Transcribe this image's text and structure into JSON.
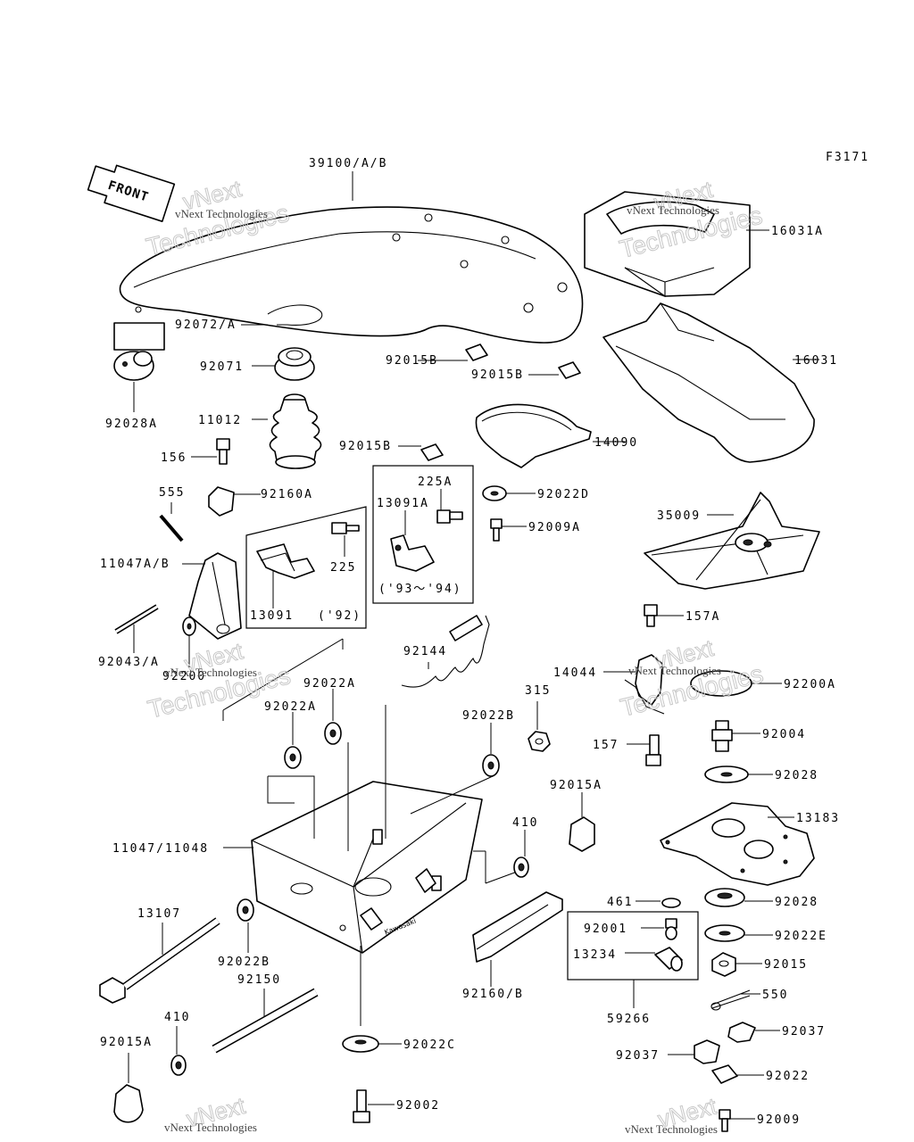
{
  "diagram": {
    "code": "F3171",
    "front_label": "FRONT",
    "watermark": {
      "brand": "vNext",
      "company": "Technologies",
      "company_full": "vNext Technologies"
    },
    "parts": {
      "p39100": "39100/A/B",
      "p16031A": "16031A",
      "p16031": "16031",
      "p92072": "92072/A",
      "p92071": "92071",
      "p92015B_1": "92015B",
      "p92015B_2": "92015B",
      "p92015B_3": "92015B",
      "p92028A": "92028A",
      "p11012": "11012",
      "p14090": "14090",
      "p156": "156",
      "p555": "555",
      "p92160A": "92160A",
      "p225A": "225A",
      "p13091A": "13091A",
      "p92022D": "92022D",
      "p92009A": "92009A",
      "p35009": "35009",
      "p11047AB": "11047A/B",
      "p225": "225",
      "p13091": "13091",
      "p92note": "('92)",
      "p9394note": "('93～'94)",
      "p157A": "157A",
      "p92043A": "92043/A",
      "p92200": "92200",
      "p92144": "92144",
      "p14044": "14044",
      "p92200A": "92200A",
      "p92022A_1": "92022A",
      "p92022A_2": "92022A",
      "p315": "315",
      "p92022B_1": "92022B",
      "p157": "157",
      "p92004": "92004",
      "p92028_1": "92028",
      "p92015A_1": "92015A",
      "p13183": "13183",
      "p11047_11048": "11047/11048",
      "p410_1": "410",
      "p461": "461",
      "p92028_2": "92028",
      "p13107": "13107",
      "p92001": "92001",
      "p92022E": "92022E",
      "p13234": "13234",
      "p92015": "92015",
      "p92022B_2": "92022B",
      "p92150": "92150",
      "p92160B": "92160/B",
      "p550": "550",
      "p59266": "59266",
      "p410_2": "410",
      "p92037_1": "92037",
      "p92037_2": "92037",
      "p92015A_2": "92015A",
      "p92022C": "92022C",
      "p92022": "92022",
      "p92002": "92002",
      "p92009": "92009"
    }
  }
}
